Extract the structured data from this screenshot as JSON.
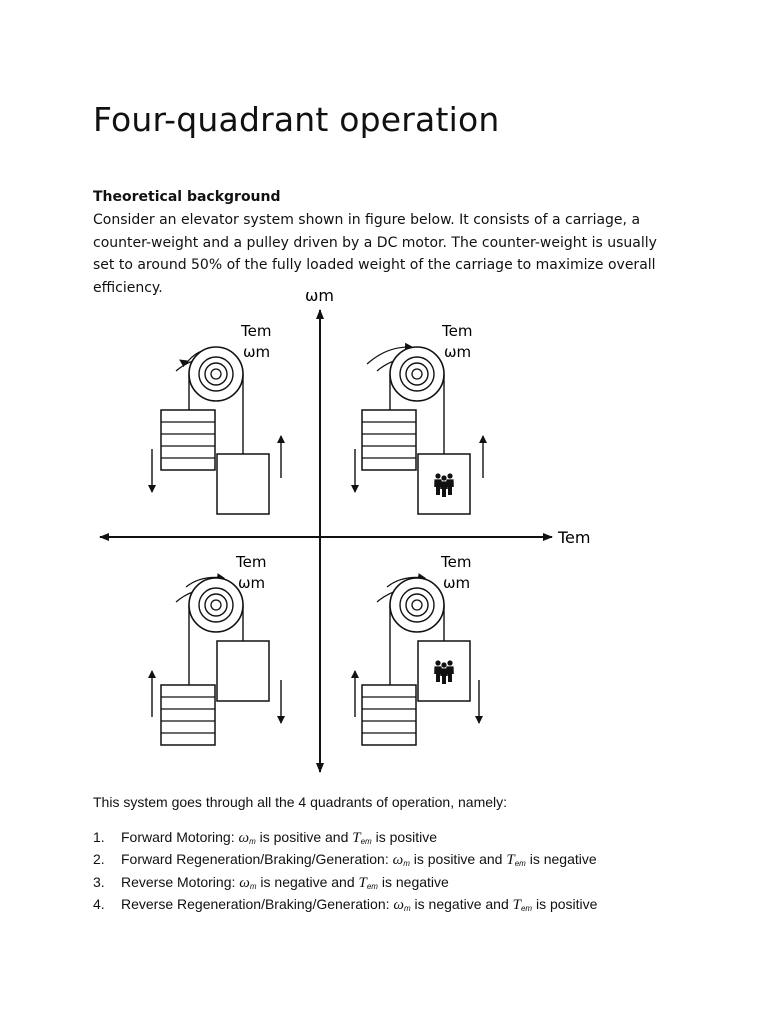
{
  "document": {
    "title": "Four-quadrant operation",
    "section_heading": "Theoretical background",
    "intro_paragraph": "Consider an elevator system shown in figure below. It consists of a carriage, a counter-weight and a pulley driven by a DC motor. The counter-weight is usually set to around 50% of the fully loaded weight of the carriage to maximize overall efficiency.",
    "quadrant_note": "This system goes through all the 4 quadrants of operation, namely:"
  },
  "figure": {
    "vertical_axis_label": "ωm",
    "horizontal_axis_label": "Tem",
    "torque_label": "Tem",
    "speed_label": "ωm"
  },
  "operations": [
    {
      "num": "1.",
      "name": "Forward Motoring: ",
      "w": "ω",
      "w_sub": "m",
      "mid": " is positive and ",
      "t": "T",
      "t_sub": "em",
      "end": " is positive"
    },
    {
      "num": "2.",
      "name": "Forward Regeneration/Braking/Generation: ",
      "w": "ω",
      "w_sub": "m",
      "mid": " is positive and ",
      "t": "T",
      "t_sub": "em",
      "end": " is negative"
    },
    {
      "num": "3.",
      "name": "Reverse Motoring: ",
      "w": "ω",
      "w_sub": "m",
      "mid": " is negative and ",
      "t": "T",
      "t_sub": "em",
      "end": " is negative"
    },
    {
      "num": "4.",
      "name": "Reverse Regeneration/Braking/Generation: ",
      "w": "ω",
      "w_sub": "m",
      "mid": " is negative and ",
      "t": "T",
      "t_sub": "em",
      "end": " is positive"
    }
  ]
}
